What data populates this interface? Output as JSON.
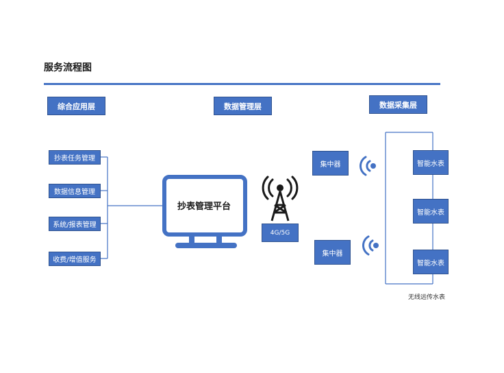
{
  "title": "服务流程图",
  "layers": {
    "application": "综合应用层",
    "management": "数据管理层",
    "collection": "数据采集层"
  },
  "app_items": [
    "抄表任务管理",
    "数据信息管理",
    "系统/报表管理",
    "收费/增值服务"
  ],
  "platform": "抄表管理平台",
  "network": "4G/5G",
  "concentrators": [
    "集中器",
    "集中器"
  ],
  "meters": [
    "智能水表",
    "智能水表",
    "智能水表"
  ],
  "meter_caption": "无线远传水表",
  "colors": {
    "accent": "#4472c4",
    "border": "#2f528f",
    "dark": "#1a1a1a"
  },
  "icons": {
    "monitor": "monitor-icon",
    "tower": "signal-tower-icon",
    "wireless": "wireless-signal-icon"
  }
}
